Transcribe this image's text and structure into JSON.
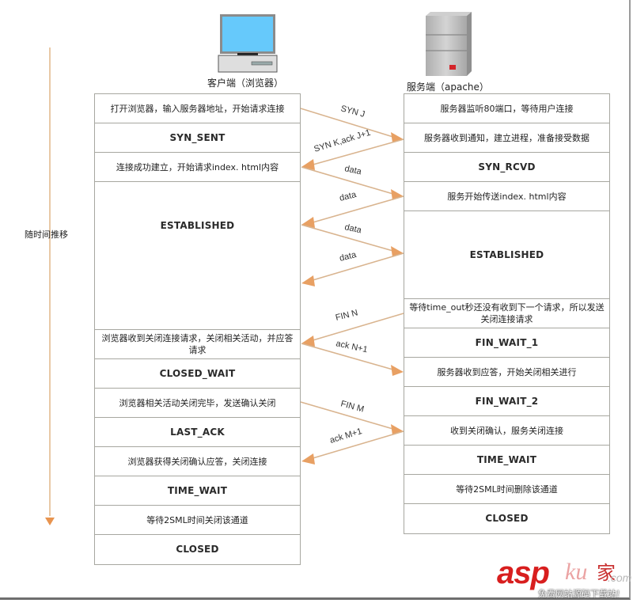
{
  "title": "TCP connection lifecycle between browser client and Apache server",
  "client": {
    "label": "客户端（浏览器）",
    "icon": "desktop-computer-icon",
    "rows": [
      {
        "text": "打开浏览器，输入服务器地址，开始请求连接",
        "kind": "action"
      },
      {
        "text": "SYN_SENT",
        "kind": "state"
      },
      {
        "text": "连接成功建立，开始请求index. html内容",
        "kind": "action"
      },
      {
        "text": "ESTABLISHED",
        "kind": "state"
      },
      {
        "text": "浏览器收到关闭连接请求，关闭相关活动，并应答请求",
        "kind": "action"
      },
      {
        "text": "CLOSED_WAIT",
        "kind": "state"
      },
      {
        "text": "浏览器相关活动关闭完毕，发送确认关闭",
        "kind": "action"
      },
      {
        "text": "LAST_ACK",
        "kind": "state"
      },
      {
        "text": "浏览器获得关闭确认应答，关闭连接",
        "kind": "action"
      },
      {
        "text": "TIME_WAIT",
        "kind": "state"
      },
      {
        "text": "等待2SML时间关闭该通道",
        "kind": "action"
      },
      {
        "text": "CLOSED",
        "kind": "state"
      }
    ]
  },
  "server": {
    "label": "服务端（apache）",
    "icon": "server-tower-icon",
    "rows": [
      {
        "text": "服务器监听80端口，等待用户连接",
        "kind": "action"
      },
      {
        "text": "服务器收到通知，建立进程，准备接受数据",
        "kind": "action"
      },
      {
        "text": "SYN_RCVD",
        "kind": "state"
      },
      {
        "text": "服务开始传送index. html内容",
        "kind": "action"
      },
      {
        "text": "ESTABLISHED",
        "kind": "state"
      },
      {
        "text": "等待time_out秒还没有收到下一个请求，所以发送关闭连接请求",
        "kind": "action"
      },
      {
        "text": "FIN_WAIT_1",
        "kind": "state"
      },
      {
        "text": "服务器收到应答，开始关闭相关进行",
        "kind": "action"
      },
      {
        "text": "FIN_WAIT_2",
        "kind": "state"
      },
      {
        "text": "收到关闭确认，服务关闭连接",
        "kind": "action"
      },
      {
        "text": "TIME_WAIT",
        "kind": "state"
      },
      {
        "text": "等待2SML时间删除该通道",
        "kind": "action"
      },
      {
        "text": "CLOSED",
        "kind": "state"
      }
    ]
  },
  "timeline": {
    "label": "随时间推移",
    "direction": "down"
  },
  "messages": [
    {
      "label": "SYN J",
      "direction": "client-to-server"
    },
    {
      "label": "SYN K,ack J+1",
      "direction": "server-to-client"
    },
    {
      "label": "data",
      "direction": "client-to-server"
    },
    {
      "label": "data",
      "direction": "server-to-client"
    },
    {
      "label": "data",
      "direction": "client-to-server"
    },
    {
      "label": "data",
      "direction": "server-to-client"
    },
    {
      "label": "FIN N",
      "direction": "server-to-client"
    },
    {
      "label": "ack N+1",
      "direction": "client-to-server"
    },
    {
      "label": "FIN M",
      "direction": "client-to-server"
    },
    {
      "label": "ack  M+1",
      "direction": "server-to-client"
    }
  ],
  "colors": {
    "arrow": "#e8a063",
    "arrow_line": "#d9b48f",
    "border": "#a7a7a0",
    "monitor_screen": "#66c9fb"
  },
  "watermark": {
    "brand": "asp",
    "ku": "ku",
    "jia": "家",
    "com": ".com",
    "tagline": "免费网站源码下载站!"
  }
}
